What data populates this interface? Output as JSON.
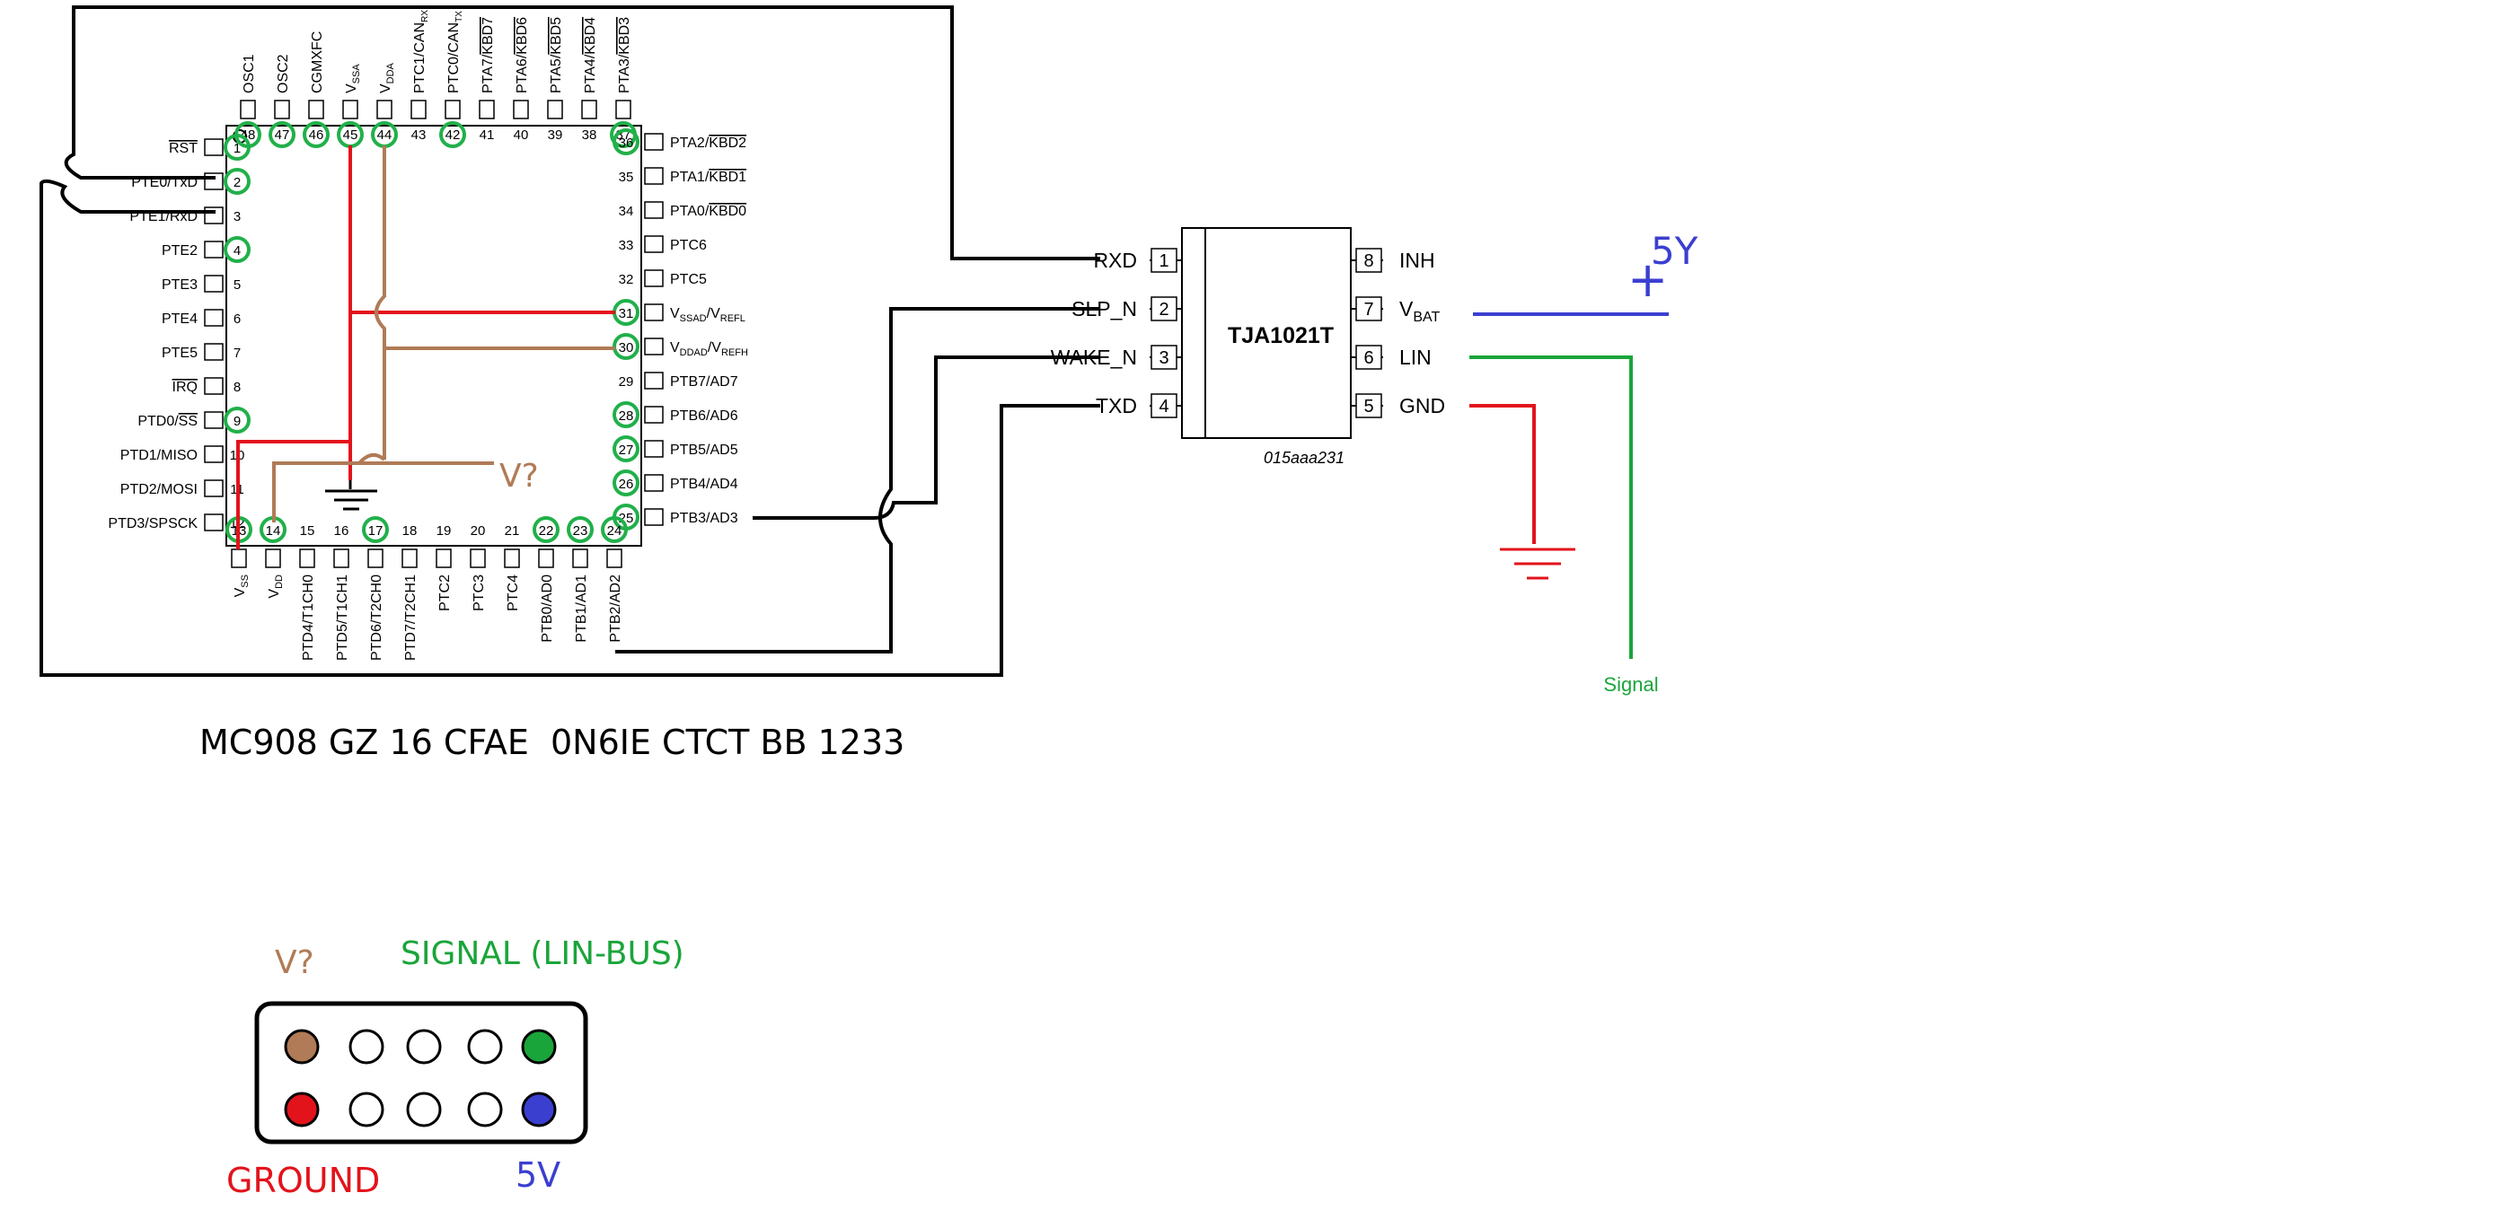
{
  "mcu": {
    "part_number": "MC908 GZ 16 CFAE  0N6IE CTCT BB 1233",
    "top_pins": [
      {
        "num": "48",
        "label": "OSC1",
        "circled": true
      },
      {
        "num": "47",
        "label": "OSC2",
        "circled": true
      },
      {
        "num": "46",
        "label": "CGMXFC",
        "circled": true
      },
      {
        "num": "45",
        "label": "VSSA",
        "circled": true
      },
      {
        "num": "44",
        "label": "VDDA",
        "circled": true
      },
      {
        "num": "43",
        "label": "PTC1/CANRX",
        "circled": false
      },
      {
        "num": "42",
        "label": "PTC0/CANTX",
        "circled": true
      },
      {
        "num": "41",
        "label": "PTA7/KBD7",
        "circled": false
      },
      {
        "num": "40",
        "label": "PTA6/KBD6",
        "circled": false
      },
      {
        "num": "39",
        "label": "PTA5/KBD5",
        "circled": false
      },
      {
        "num": "38",
        "label": "PTA4/KBD4",
        "circled": false
      },
      {
        "num": "37",
        "label": "PTA3/KBD3",
        "circled": true
      }
    ],
    "left_pins": [
      {
        "num": "1",
        "label": "RST",
        "circled": true
      },
      {
        "num": "2",
        "label": "PTE0/TxD",
        "circled": true
      },
      {
        "num": "3",
        "label": "PTE1/RxD",
        "circled": false
      },
      {
        "num": "4",
        "label": "PTE2",
        "circled": true
      },
      {
        "num": "5",
        "label": "PTE3",
        "circled": false
      },
      {
        "num": "6",
        "label": "PTE4",
        "circled": false
      },
      {
        "num": "7",
        "label": "PTE5",
        "circled": false
      },
      {
        "num": "8",
        "label": "IRQ",
        "circled": false
      },
      {
        "num": "9",
        "label": "PTD0/SS",
        "circled": true
      },
      {
        "num": "10",
        "label": "PTD1/MISO",
        "circled": false
      },
      {
        "num": "11",
        "label": "PTD2/MOSI",
        "circled": false
      },
      {
        "num": "12",
        "label": "PTD3/SPSCK",
        "circled": false
      }
    ],
    "right_pins": [
      {
        "num": "36",
        "label": "PTA2/KBD2",
        "circled": true
      },
      {
        "num": "35",
        "label": "PTA1/KBD1",
        "circled": false
      },
      {
        "num": "34",
        "label": "PTA0/KBD0",
        "circled": false
      },
      {
        "num": "33",
        "label": "PTC6",
        "circled": false
      },
      {
        "num": "32",
        "label": "PTC5",
        "circled": false
      },
      {
        "num": "31",
        "label": "VSSAD/VREFL",
        "circled": true
      },
      {
        "num": "30",
        "label": "VDDAD/VREFH",
        "circled": true
      },
      {
        "num": "29",
        "label": "PTB7/AD7",
        "circled": false
      },
      {
        "num": "28",
        "label": "PTB6/AD6",
        "circled": true
      },
      {
        "num": "27",
        "label": "PTB5/AD5",
        "circled": true
      },
      {
        "num": "26",
        "label": "PTB4/AD4",
        "circled": true
      },
      {
        "num": "25",
        "label": "PTB3/AD3",
        "circled": true
      }
    ],
    "bottom_pins": [
      {
        "num": "13",
        "label": "VSS",
        "circled": true
      },
      {
        "num": "14",
        "label": "VDD",
        "circled": true
      },
      {
        "num": "15",
        "label": "PTD4/T1CH0",
        "circled": false
      },
      {
        "num": "16",
        "label": "PTD5/T1CH1",
        "circled": false
      },
      {
        "num": "17",
        "label": "PTD6/T2CH0",
        "circled": true
      },
      {
        "num": "18",
        "label": "PTD7/T2CH1",
        "circled": false
      },
      {
        "num": "19",
        "label": "PTC2",
        "circled": false
      },
      {
        "num": "20",
        "label": "PTC3",
        "circled": false
      },
      {
        "num": "21",
        "label": "PTC4",
        "circled": false
      },
      {
        "num": "22",
        "label": "PTB0/AD0",
        "circled": true
      },
      {
        "num": "23",
        "label": "PTB1/AD1",
        "circled": true
      },
      {
        "num": "24",
        "label": "PTB2/AD2",
        "circled": true
      }
    ]
  },
  "transceiver": {
    "name": "TJA1021T",
    "code": "015aaa231",
    "left_pins": [
      {
        "num": "1",
        "label": "RXD"
      },
      {
        "num": "2",
        "label": "SLP_N"
      },
      {
        "num": "3",
        "label": "WAKE_N"
      },
      {
        "num": "4",
        "label": "TXD"
      }
    ],
    "right_pins": [
      {
        "num": "8",
        "label": "INH"
      },
      {
        "num": "7",
        "label": "VBAT"
      },
      {
        "num": "6",
        "label": "LIN"
      },
      {
        "num": "5",
        "label": "GND"
      }
    ]
  },
  "annotations": {
    "v_question": "V?",
    "plus_5v": "5Y",
    "plus_sign": "+",
    "signal": "Signal"
  },
  "connector": {
    "v_question": "V?",
    "signal_label": "SIGNAL (LIN-BUS)",
    "ground_label": "GROUND",
    "five_v_label": "5V",
    "top_row": [
      "brown",
      "white",
      "white",
      "white",
      "green"
    ],
    "bottom_row": [
      "red",
      "white",
      "white",
      "white",
      "blue"
    ]
  },
  "colors": {
    "brown": "#b07b56",
    "red": "#e3131b",
    "green": "#1aa53a",
    "blue": "#3b3fcf",
    "black": "#000000",
    "circle_green": "#21b04a"
  }
}
